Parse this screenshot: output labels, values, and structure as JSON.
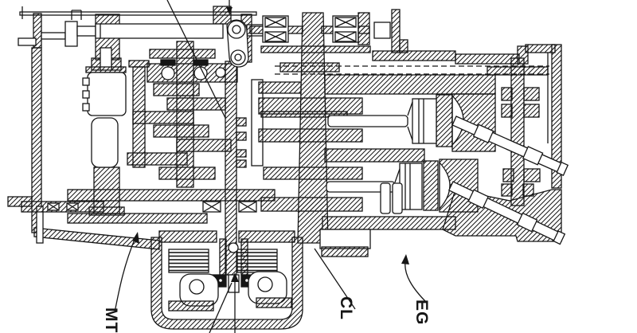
{
  "figure": {
    "kind": "patent cross-section engineering drawing",
    "background_color": "#ffffff",
    "line_color": "#161616",
    "labels": {
      "transmission": "MT",
      "clutch": "CL",
      "engine": "EG"
    }
  }
}
